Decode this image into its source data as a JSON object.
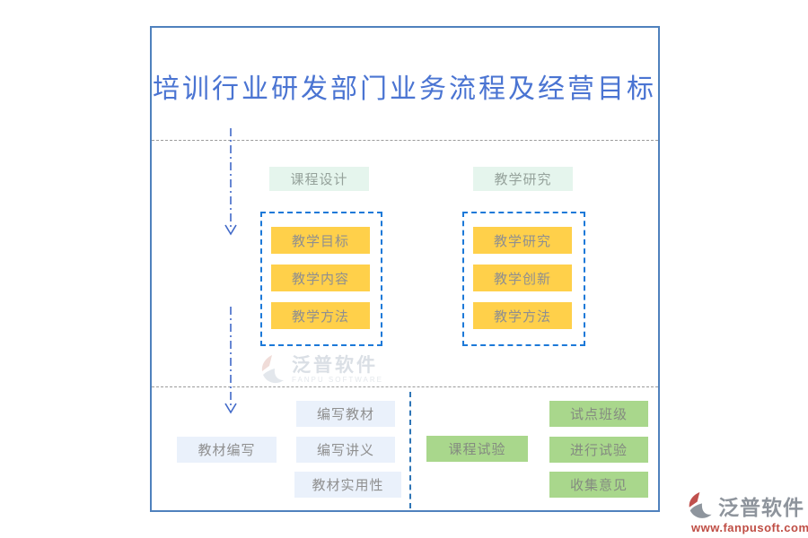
{
  "title": "培训行业研发部门业务流程及经营目标",
  "top_section": {
    "columns": [
      {
        "header": "课程设计",
        "items": [
          "教学目标",
          "教学内容",
          "教学方法"
        ]
      },
      {
        "header": "教学研究",
        "items": [
          "教学研究",
          "教学创新",
          "教学方法"
        ]
      }
    ]
  },
  "bottom_section": {
    "left_group": {
      "label": "教材编写",
      "items": [
        "编写教材",
        "编写讲义",
        "教材实用性"
      ]
    },
    "right_group": {
      "label": "课程试验",
      "items": [
        "试点班级",
        "进行试验",
        "收集意见"
      ]
    }
  },
  "watermark": {
    "name": "泛普软件",
    "subtitle": "FANPU SOFTWARE"
  },
  "footer_logo": {
    "name": "泛普软件",
    "website": "www.fanpusoft.com"
  },
  "icons": {
    "down_arrow": "dash-dot-down-arrow",
    "watermark_logo": "fanpu-swoosh-light",
    "footer_logo": "fanpu-swoosh"
  },
  "colors": {
    "title_blue": "#4a74d2",
    "frame_blue": "#4f81bd",
    "container_dash_blue": "#1c79d8",
    "arrow_blue": "#4169c8",
    "separator_gray": "#9b9b9b",
    "yellow_box": "#ffd04a",
    "green_box": "#a9d78c",
    "mint_box": "#e5f5ed",
    "light_blue_box": "#eaf1fb",
    "box_text_gray": "#8f8f8f",
    "url_red": "#bf4d44"
  }
}
